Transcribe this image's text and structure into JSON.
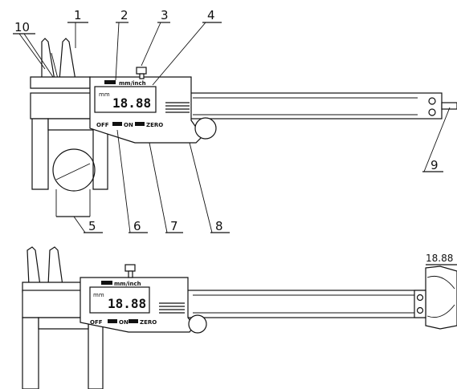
{
  "callouts": [
    "1",
    "2",
    "3",
    "4",
    "5",
    "6",
    "7",
    "8",
    "9",
    "10"
  ],
  "display": {
    "unit": "mm",
    "reading": "18.88",
    "unit_button": "mm/inch",
    "off_label": "OFF",
    "on_label": "ON",
    "zero_label": "ZERO"
  },
  "detail_reading": "18.88"
}
